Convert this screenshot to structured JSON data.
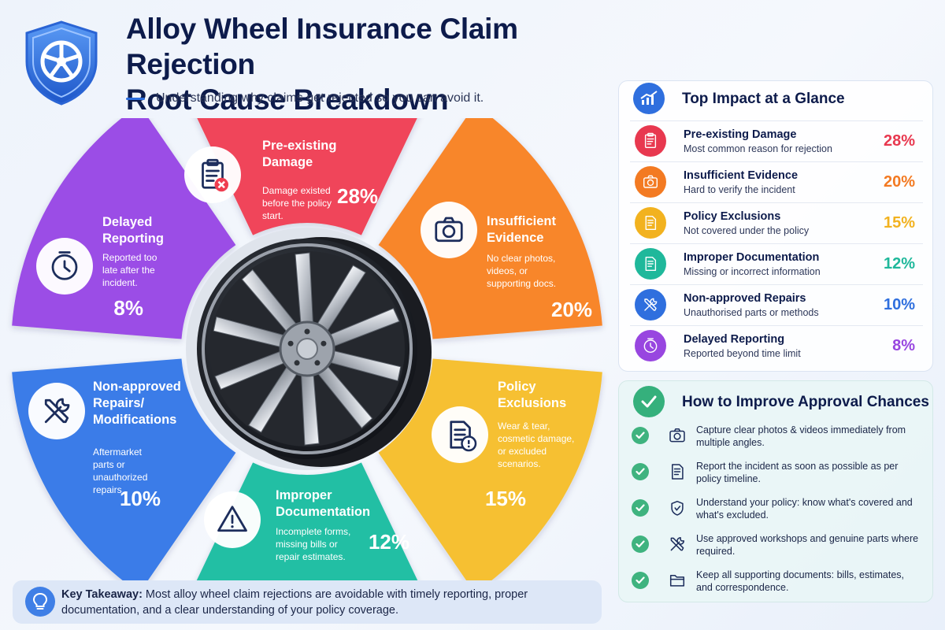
{
  "header": {
    "title_line1": "Alloy Wheel Insurance Claim Rejection",
    "title_line2": "Root Cause Breakdown",
    "subtitle": "Understanding why claims get rejected so you can avoid it."
  },
  "chart_data": {
    "type": "pie",
    "title": "Alloy Wheel Insurance Claim Rejection Root Cause Breakdown",
    "segments": [
      {
        "name_lines": [
          "Pre-existing",
          "Damage"
        ],
        "desc_lines": [
          "Damage existed",
          "before the policy",
          "start."
        ],
        "value": 28,
        "label": "28%",
        "color": "#f0455a",
        "icon": "clipboard-x-icon"
      },
      {
        "name_lines": [
          "Insufficient",
          "Evidence"
        ],
        "desc_lines": [
          "No clear photos,",
          "videos, or",
          "supporting docs."
        ],
        "value": 20,
        "label": "20%",
        "color": "#f8862a",
        "icon": "camera-icon"
      },
      {
        "name_lines": [
          "Policy",
          "Exclusions"
        ],
        "desc_lines": [
          "Wear & tear,",
          "cosmetic damage,",
          "or excluded",
          "scenarios."
        ],
        "value": 15,
        "label": "15%",
        "color": "#f6c032",
        "icon": "document-alert-icon"
      },
      {
        "name_lines": [
          "Improper",
          "Documentation"
        ],
        "desc_lines": [
          "Incomplete forms,",
          "missing bills or",
          "repair estimates."
        ],
        "value": 12,
        "label": "12%",
        "color": "#23bfa4",
        "icon": "warning-icon"
      },
      {
        "name_lines": [
          "Non-approved",
          "Repairs/",
          "Modifications"
        ],
        "desc_lines": [
          "Aftermarket",
          "parts or",
          "unauthorized",
          "repairs."
        ],
        "value": 10,
        "label": "10%",
        "color": "#3b7ce8",
        "icon": "tools-icon"
      },
      {
        "name_lines": [
          "Delayed",
          "Reporting"
        ],
        "desc_lines": [
          "Reported too",
          "late after the",
          "incident."
        ],
        "value": 8,
        "label": "8%",
        "color": "#9b4de6",
        "icon": "clock-icon"
      }
    ]
  },
  "top_impact": {
    "title": "Top Impact at a Glance",
    "items": [
      {
        "name": "Pre-existing Damage",
        "desc": "Most common reason for rejection",
        "pct": "28%",
        "color": "#e8384f",
        "icon": "clipboard-icon"
      },
      {
        "name": "Insufficient Evidence",
        "desc": "Hard to verify the incident",
        "pct": "20%",
        "color": "#f37a22",
        "icon": "camera-icon"
      },
      {
        "name": "Policy Exclusions",
        "desc": "Not covered under the policy",
        "pct": "15%",
        "color": "#f2b21f",
        "icon": "document-icon"
      },
      {
        "name": "Improper Documentation",
        "desc": "Missing or incorrect information",
        "pct": "12%",
        "color": "#1fb89b",
        "icon": "document-lines-icon"
      },
      {
        "name": "Non-approved Repairs",
        "desc": "Unauthorised parts or methods",
        "pct": "10%",
        "color": "#2f6fde",
        "icon": "tools-icon"
      },
      {
        "name": "Delayed Reporting",
        "desc": "Reported beyond time limit",
        "pct": "8%",
        "color": "#9846e0",
        "icon": "clock-icon"
      }
    ]
  },
  "improve": {
    "title": "How to Improve Approval Chances",
    "tips": [
      {
        "text": "Capture clear photos & videos immediately from multiple angles.",
        "icon": "camera-icon"
      },
      {
        "text": "Report the incident as soon as possible as per policy timeline.",
        "icon": "document-icon"
      },
      {
        "text": "Understand your policy: know what's covered and what's excluded.",
        "icon": "shield-check-icon"
      },
      {
        "text": "Use approved workshops and genuine parts where required.",
        "icon": "tools-icon"
      },
      {
        "text": "Keep all supporting documents: bills, estimates, and correspondence.",
        "icon": "folder-icon"
      }
    ]
  },
  "takeaway": {
    "label": "Key Takeaway:",
    "text": " Most alloy wheel claim rejections are avoidable with timely reporting, proper documentation, and a clear understanding of your policy coverage."
  }
}
